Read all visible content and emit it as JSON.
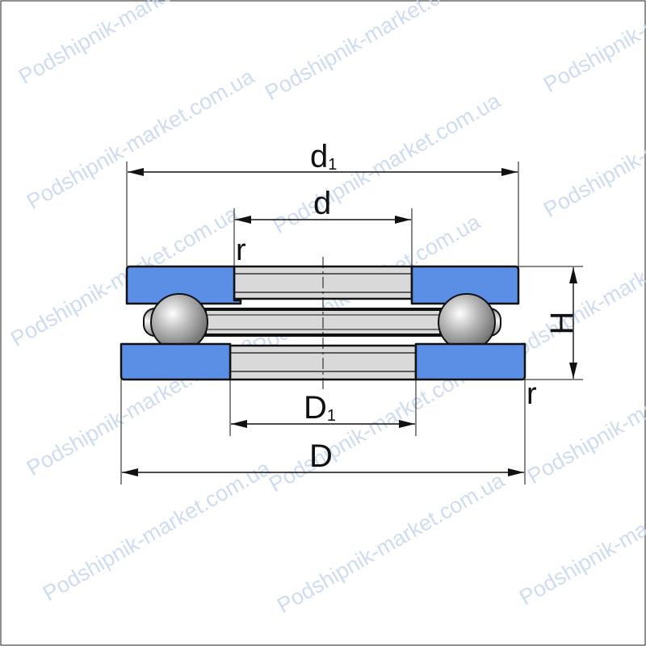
{
  "watermark": {
    "text": "Podshipnik-market.com.ua",
    "color": "#c6d7ef"
  },
  "labels": {
    "d1_main": "d",
    "d1_sub": "1",
    "d": "d",
    "r_top": "r",
    "h": "H",
    "r_bottom": "r",
    "D1_main": "D",
    "D1_sub": "1",
    "D": "D"
  },
  "colors": {
    "washer": "#5b8fe6",
    "cage": "#d9d9d9",
    "ball": "#a8a8a8",
    "outline": "#111111"
  }
}
